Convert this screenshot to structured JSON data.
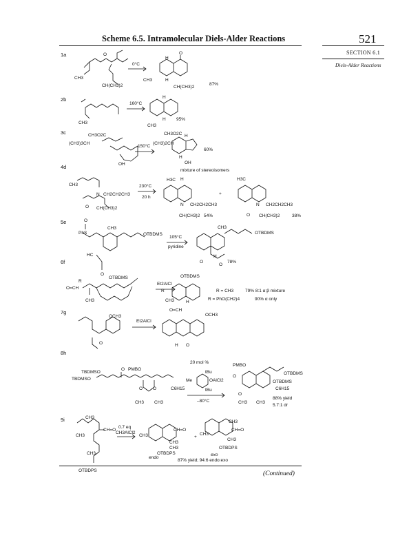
{
  "header": {
    "title": "Scheme 6.5.  Intramolecular Diels-Alder Reactions",
    "page_number": "521",
    "section": "SECTION 6.1",
    "section_subtitle": "Diels-Alder Reactions"
  },
  "entries": [
    {
      "id": "1a",
      "conditions": [
        "0°C"
      ],
      "yield": "87%",
      "labels": [
        "CH3",
        "CH(CH3)2",
        "CH3",
        "CH(CH3)2",
        "O",
        "O",
        "H",
        "H"
      ]
    },
    {
      "id": "2b",
      "conditions": [
        "160°C"
      ],
      "yield": "95%",
      "labels": [
        "CH3",
        "CH3",
        "H",
        "H"
      ]
    },
    {
      "id": "3c",
      "conditions": [
        "150°C"
      ],
      "yield": "60%",
      "note": "mixture of stereoisomers",
      "labels": [
        "CH3O2C",
        "(CH3)3CH",
        "OH",
        "CH3O2C",
        "(CH3)2CH",
        "OH",
        "H",
        "H"
      ]
    },
    {
      "id": "4d",
      "conditions": [
        "230°C",
        "20 h"
      ],
      "yield": "54%",
      "yield2": "38%",
      "labels": [
        "CH3",
        "N",
        "CH2CH2CH3",
        "CH(CH3)2",
        "O",
        "H3C",
        "H",
        "N",
        "CH2CH2CH3",
        "CH(CH3)2",
        "H3C",
        "N",
        "CH2CH2CH3",
        "CH(CH3)2",
        "O",
        "+"
      ]
    },
    {
      "id": "5e",
      "conditions": [
        "105°C",
        "pyridine"
      ],
      "yield": "78%",
      "labels": [
        "O",
        "PhS",
        "CH3",
        "OTBDMS",
        "HC",
        "O",
        "CH3",
        "OTBDMS",
        "O",
        "H",
        "O"
      ]
    },
    {
      "id": "6f",
      "conditions": [
        "Et2AlCl"
      ],
      "labels": [
        "OTBDMS",
        "R",
        "O=CH",
        "CH3",
        "OTBDMS",
        "R",
        "CH3",
        "O=CH",
        "H",
        "R = CH3",
        "R = PhO(CH2)4",
        "79% 8:1 α:β mixture",
        "90% α only"
      ]
    },
    {
      "id": "7g",
      "conditions": [
        "Et2AlCl"
      ],
      "labels": [
        "OCH3",
        "O",
        "OCH3",
        "H",
        "O"
      ]
    },
    {
      "id": "8h",
      "conditions": [
        "20 mol %",
        "–80°C"
      ],
      "yield": "88% yield",
      "dr": "5.7:1 dr",
      "labels": [
        "TBDMSO",
        "TBDMSO",
        "PMBO",
        "O",
        "O",
        "O",
        "CH3",
        "CH3",
        "C6H15",
        "Me",
        "tBu",
        "OAlCl2",
        "tBu",
        "PMBO",
        "OTBDMS",
        "OTBDMS",
        "C6H15",
        "CH3",
        "CH3",
        "O",
        "O"
      ]
    },
    {
      "id": "9i",
      "conditions": [
        "0.7 eq",
        "CH3AlCl2"
      ],
      "yield": "87% yield; 94:6 endo:exo",
      "labels": [
        "CH3",
        "CH=O",
        "CH3",
        "CH3",
        "OTBDPS",
        "CH=O",
        "CH3",
        "CH3",
        "CH3",
        "OTBDPS",
        "endo",
        "CH3",
        "CH=O",
        "CH3",
        "CH3",
        "OTBDPS",
        "exo",
        "+"
      ]
    }
  ],
  "footer": {
    "continued": "(Continued)"
  }
}
